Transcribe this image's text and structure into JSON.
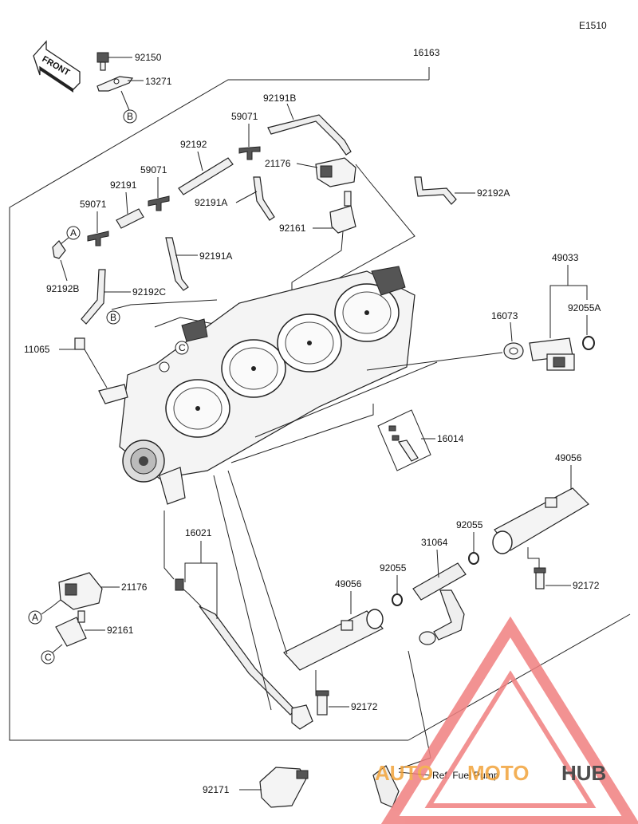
{
  "diagram_code": "E1510",
  "front_label": "FRONT",
  "ref_text": "Ref. Fuel Pump",
  "watermark": {
    "brand_auto": "AUTO",
    "brand_moto": "MOTO",
    "brand_hub": "HUB",
    "colors": {
      "auto": "#f2a33a",
      "moto": "#f2a33a",
      "hub": "#2f2f2f",
      "triangle": "#f08080"
    }
  },
  "circle_refs": {
    "a": "A",
    "b": "B",
    "c": "C"
  },
  "parts": {
    "p16163": "16163",
    "p92150": "92150",
    "p13271": "13271",
    "p92191B": "92191B",
    "p59071_top": "59071",
    "p21176_top": "21176",
    "p92192": "92192",
    "p59071_mid": "59071",
    "p92191": "92191",
    "p59071_left": "59071",
    "p92191A_1": "92191A",
    "p92192A": "92192A",
    "p92161_top": "92161",
    "p92191A_2": "92191A",
    "p92192B": "92192B",
    "p92192C": "92192C",
    "p49033": "49033",
    "p92055A": "92055A",
    "p16073": "16073",
    "p11065": "11065",
    "p16014": "16014",
    "p49056_r": "49056",
    "p16021": "16021",
    "p92055_r": "92055",
    "p31064": "31064",
    "p92055_l": "92055",
    "p49056_l": "49056",
    "p21176_bot": "21176",
    "p92172_r": "92172",
    "p92161_bot": "92161",
    "p92172_l": "92172",
    "p92171": "92171"
  }
}
